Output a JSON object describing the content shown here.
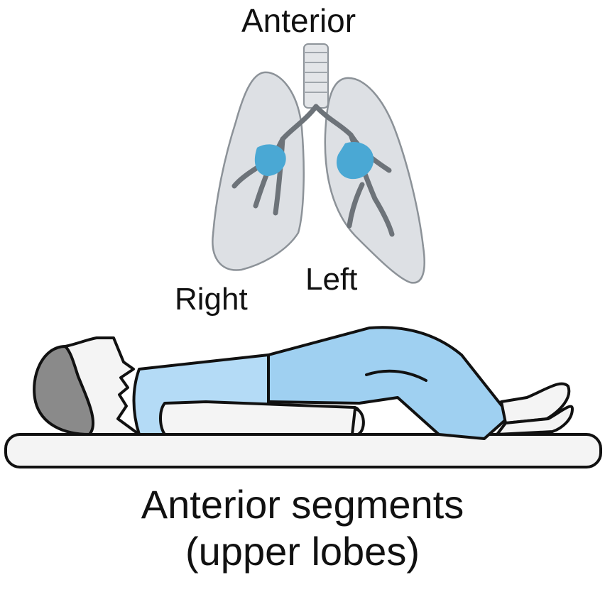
{
  "labels": {
    "anterior": "Anterior",
    "left": "Left",
    "right": "Right"
  },
  "caption": {
    "line1": "Anterior segments",
    "line2": "(upper lobes)"
  },
  "colors": {
    "lung_fill": "#dcdfe3",
    "highlight_segment": "#4aa8d4",
    "clothing": "#a9d4f2",
    "skin": "#f4f4f4",
    "hair": "#8a8a8a",
    "outline": "#111111"
  },
  "icons": {
    "lungs": "lungs-illustration",
    "patient": "supine-patient-illustration",
    "table": "treatment-table"
  }
}
